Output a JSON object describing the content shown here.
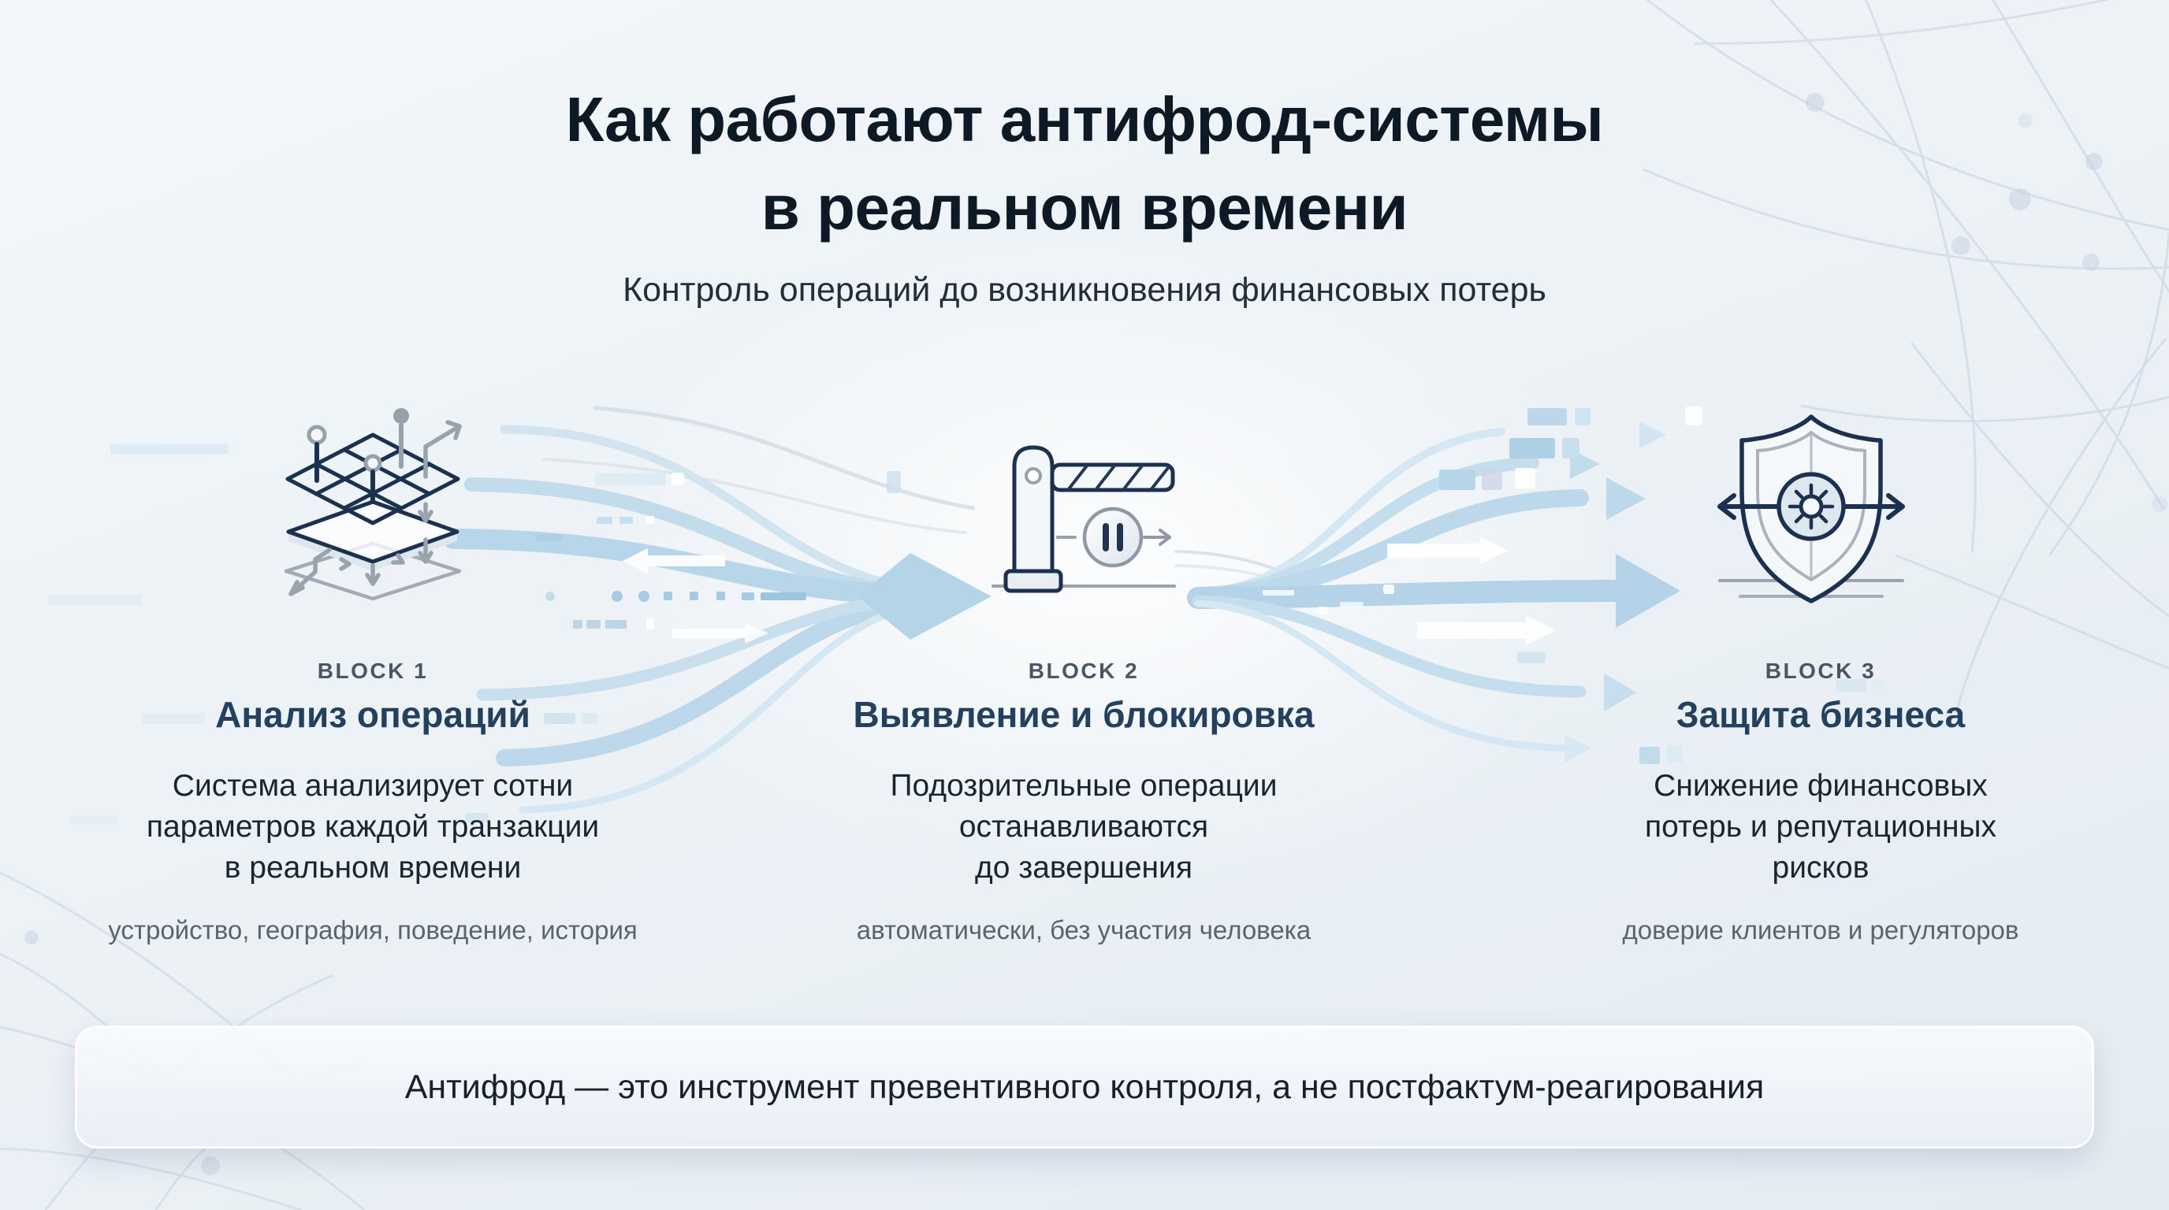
{
  "header": {
    "title": "Как работают антифрод-системы\nв реальном времени",
    "subtitle": "Контроль операций до возникновения финансовых потерь"
  },
  "blocks": [
    {
      "label": "BLOCK 1",
      "title": "Анализ операций",
      "body": "Система анализирует сотни\nпараметров каждой транзакции\nв реальном времени",
      "note": "устройство, география, поведение, история",
      "icon": "layers-analysis-icon"
    },
    {
      "label": "BLOCK 2",
      "title": "Выявление и блокировка",
      "body": "Подозрительные операции\nостанавливаются\nдо завершения",
      "note": "автоматически, без участия человека",
      "icon": "barrier-block-icon"
    },
    {
      "label": "BLOCK 3",
      "title": "Защита бизнеса",
      "body": "Снижение финансовых\nпотерь и репутационных\nрисков",
      "note": "доверие клиентов и регуляторов",
      "icon": "shield-protection-icon"
    }
  ],
  "footer_banner": {
    "text": "Антифрод — это инструмент превентивного контроля, а не постфактум-реагирования"
  },
  "colors": {
    "title_text": "#0e1926",
    "heading_navy": "#23405f",
    "body_text": "#1b2530",
    "muted_gray": "#5b646e",
    "label_gray": "#4a5663",
    "icon_navy": "#1c3050",
    "icon_gray": "#97a1ab",
    "flow_blue": "#b5d4e8",
    "mesh_line": "#c8d1e3",
    "background": "#edf2f6"
  }
}
